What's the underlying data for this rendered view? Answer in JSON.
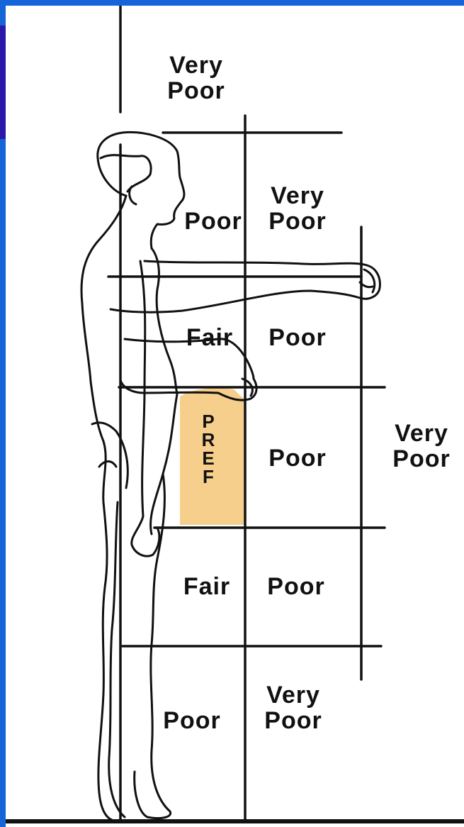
{
  "colors": {
    "frame": "#1565d8",
    "frame_accent": "#2a18a8",
    "preferred_fill": "#f7cf8c",
    "line": "#111111"
  },
  "zones": {
    "top": {
      "line1": "Very",
      "line2": "Poor"
    },
    "upper_near": "Poor",
    "upper_far": {
      "line1": "Very",
      "line2": "Poor"
    },
    "chest_near": "Fair",
    "chest_far": "Poor",
    "waist_near": {
      "letters": [
        "P",
        "R",
        "E",
        "F"
      ]
    },
    "waist_far": "Poor",
    "side_far": {
      "line1": "Very",
      "line2": "Poor"
    },
    "thigh_near": "Fair",
    "thigh_far": "Poor",
    "low_near": "Poor",
    "low_far": {
      "line1": "Very",
      "line2": "Poor"
    }
  }
}
